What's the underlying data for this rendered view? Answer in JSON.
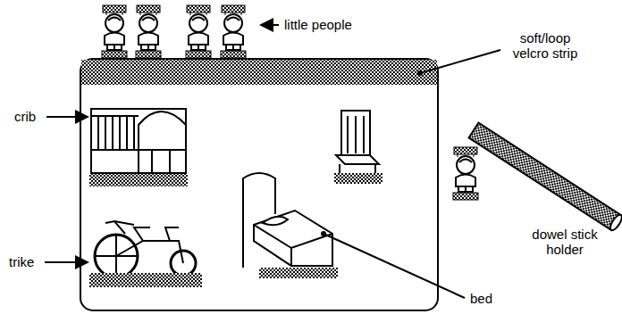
{
  "diagram": {
    "labels": [
      "little people",
      "soft/loop velcro strip",
      "crib",
      "trike",
      "bed",
      "dowel stick holder"
    ]
  }
}
